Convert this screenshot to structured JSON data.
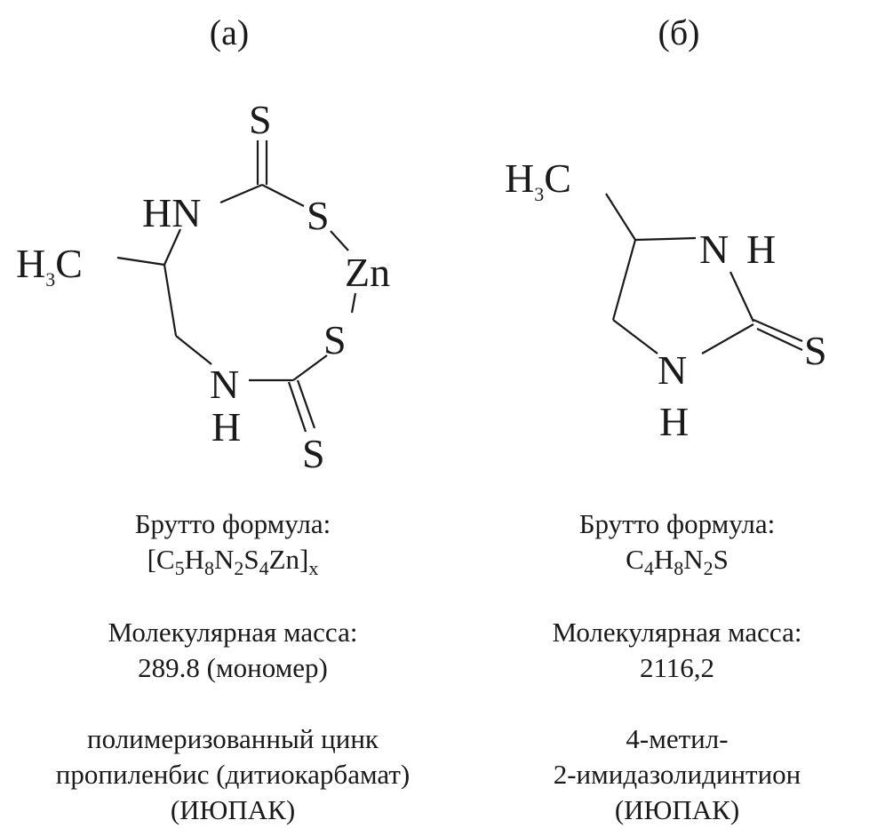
{
  "panel_a": {
    "label": "(а)",
    "atoms": {
      "s_top": "S",
      "hn": "HN",
      "s_ring1": "S",
      "zn": "Zn",
      "h3c_h": "H",
      "h3c_3": "3",
      "h3c_c": "C",
      "s_ring2": "S",
      "n": "N",
      "h": "H",
      "s_bottom": "S"
    },
    "formula_title": "Брутто формула:",
    "formula_parts": [
      "[C",
      "5",
      "H",
      "8",
      "N",
      "2",
      "S",
      "4",
      "Zn]",
      "x"
    ],
    "mass_title": "Молекулярная масса:",
    "mass_value": "289.8 (мономер)",
    "name_line1": "полимеризованный цинк",
    "name_line2": "пропиленбис (дитиокарбамат)",
    "name_line3": "(ИЮПАК)"
  },
  "panel_b": {
    "label": "(б)",
    "atoms": {
      "h3c_h": "H",
      "h3c_3": "3",
      "h3c_c": "C",
      "n_top": "N",
      "h_top": "H",
      "s": "S",
      "n_bottom": "N",
      "h_bottom": "H"
    },
    "formula_title": "Брутто формула:",
    "formula_parts": [
      "C",
      "4",
      "H",
      "8",
      "N",
      "2",
      "S"
    ],
    "mass_title": "Молекулярная масса:",
    "mass_value": "2116,2",
    "name_line1": "4-метил-",
    "name_line2": "2-имидазолидинтион",
    "name_line3": "(ИЮПАК)"
  }
}
